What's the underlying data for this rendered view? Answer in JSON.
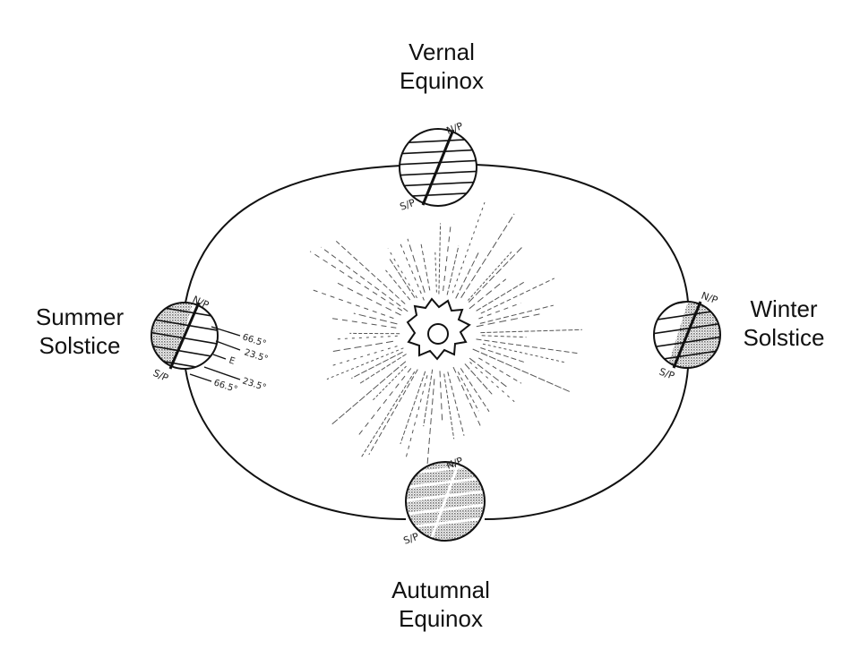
{
  "diagram": {
    "labels": {
      "vernal": [
        "Vernal",
        "Equinox"
      ],
      "summer": [
        "Summer",
        "Solstice"
      ],
      "winter": [
        "Winter",
        "Solstice"
      ],
      "autumnal": [
        "Autumnal",
        "Equinox"
      ]
    },
    "pole_labels": {
      "north": "N/P",
      "south": "S/P"
    },
    "latitude_marks": [
      "66.5°",
      "23.5°",
      "E",
      "23.5°",
      "66.5°"
    ],
    "colors": {
      "ink": "#111111",
      "shade": "#9a9a9a",
      "background": "#ffffff"
    }
  }
}
